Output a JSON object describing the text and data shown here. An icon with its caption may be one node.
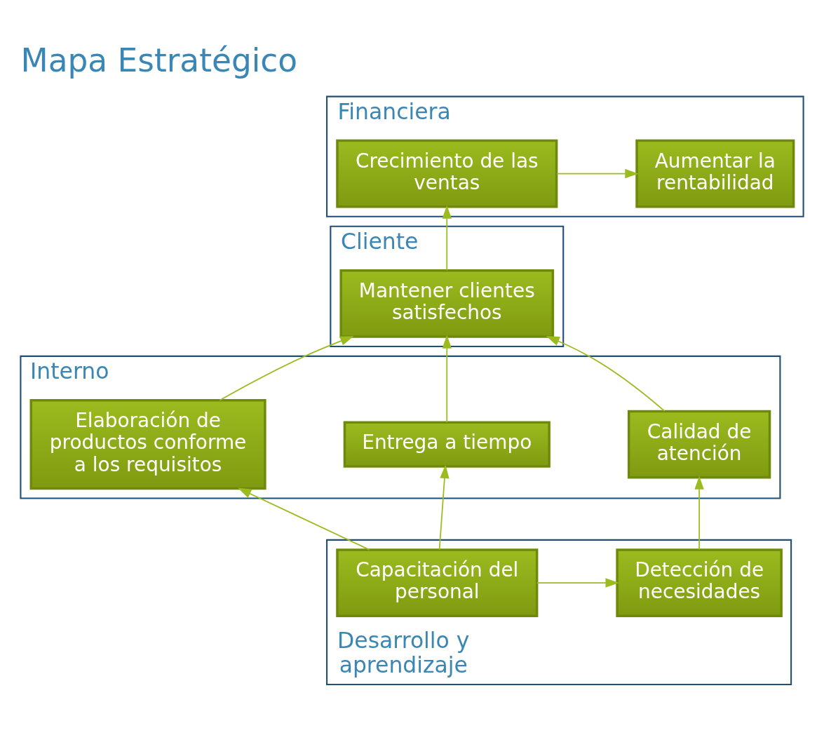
{
  "diagram": {
    "title": "Mapa Estratégico",
    "nodes": [
      {
        "text": [
          "Financiera"
        ]
      },
      {
        "text": [
          "Crecimiento de las ventas"
        ],
        "in": 0
      },
      {
        "text": [
          "Aumentar la rentabilidad"
        ],
        "in": 0
      },
      {
        "text": [
          "Cliente"
        ]
      },
      {
        "text": [
          "Mantener clientes satisfechos"
        ],
        "in": 3
      },
      {
        "text": [
          "Interno"
        ]
      },
      {
        "text": [
          "Entrega a tiempo"
        ],
        "in": 5
      },
      {
        "text": [
          "Elaboración de productos conforme a los requisitos"
        ],
        "in": 5
      },
      {
        "text": [
          "Calidad de atención"
        ],
        "in": 5
      },
      {
        "text": [
          "Desarrollo y aprendizaje"
        ]
      },
      {
        "text": [
          "Capacitación del personal"
        ],
        "in": 9
      },
      {
        "text": [
          "Detección de necesidades"
        ],
        "in": 9
      }
    ],
    "edges": [
      {
        "from": 1,
        "to": 2,
        "arrow": "to"
      },
      {
        "from": 4,
        "to": 1,
        "arrow": "to"
      },
      {
        "from": 6,
        "to": 4,
        "arrow": "to"
      },
      {
        "from": 7,
        "to": 4,
        "arrow": "to"
      },
      {
        "from": 8,
        "to": 4,
        "arrow": "to"
      },
      {
        "from": 10,
        "to": 6,
        "arrow": "to"
      },
      {
        "from": 10,
        "to": 7,
        "arrow": "to"
      },
      {
        "from": 10,
        "to": 11,
        "arrow": "to"
      },
      {
        "from": 11,
        "to": 8,
        "arrow": "to"
      }
    ]
  }
}
